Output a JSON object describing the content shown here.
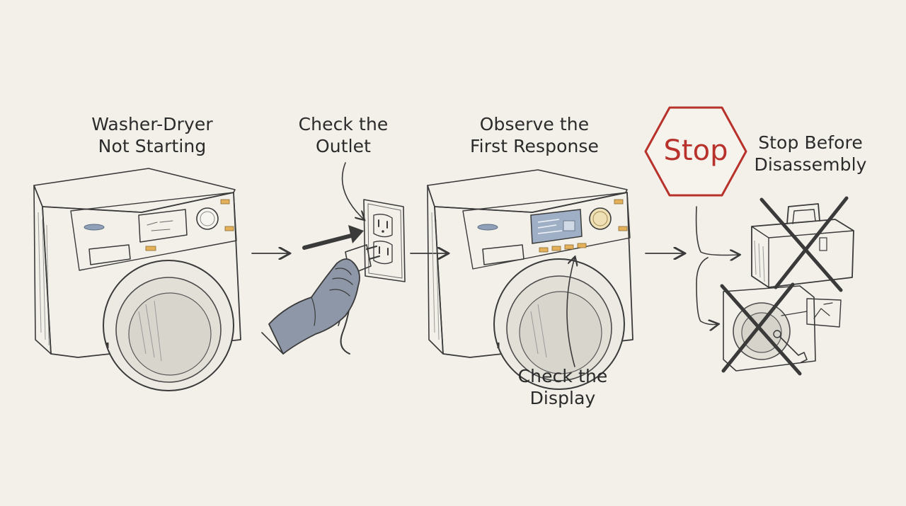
{
  "steps": [
    {
      "lines": [
        "Washer-Dryer",
        "Not Starting"
      ]
    },
    {
      "lines": [
        "Check the",
        "Outlet"
      ]
    },
    {
      "lines": [
        "Observe the",
        "First Response"
      ]
    },
    {
      "lines": [
        "Stop Before",
        "Disassembly"
      ]
    }
  ],
  "callout": {
    "lines": [
      "Check the",
      "Display"
    ]
  },
  "stop_sign": {
    "text": "Stop",
    "color": "#b8312b"
  },
  "colors": {
    "background": "#f2f0e9",
    "ink": "#3a3a3a",
    "accent_button": "#e4b15a",
    "stop_red": "#b8312b",
    "glove": "#8d97a8"
  },
  "icons": [
    "washer-dryer-icon",
    "wall-outlet-icon",
    "gloved-hand-plug-icon",
    "toolbox-crossed-icon",
    "disassembly-crossed-icon",
    "stop-sign-icon"
  ]
}
